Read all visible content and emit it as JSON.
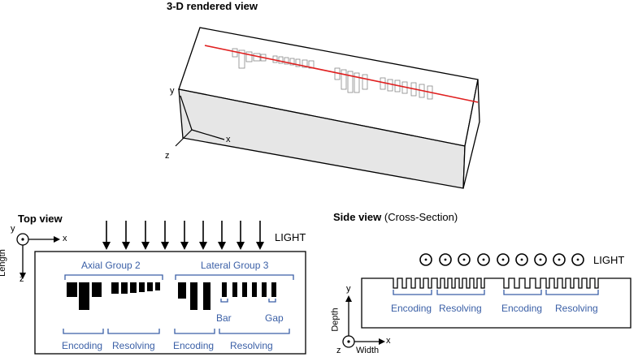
{
  "rendered_view": {
    "title": "3-D rendered view",
    "axis_y": "y",
    "axis_x": "x",
    "axis_z": "z"
  },
  "top_view": {
    "title": "Top view",
    "light_label": "LIGHT",
    "axis_y": "y",
    "axis_x": "x",
    "axis_z": "z",
    "length_label": "Length",
    "group_left": "Axial Group 2",
    "group_right": "Lateral Group 3",
    "bar_label": "Bar",
    "gap_label": "Gap",
    "encoding_left": "Encoding",
    "resolving_left": "Resolving",
    "encoding_right": "Encoding",
    "resolving_right": "Resolving"
  },
  "side_view": {
    "title_bold": "Side view",
    "title_suffix": "(Cross-Section)",
    "light_label": "LIGHT",
    "axis_y": "y",
    "axis_x": "x",
    "axis_z": "z",
    "depth_label": "Depth",
    "width_label": "Width",
    "labels": [
      "Encoding",
      "Resolving",
      "Encoding",
      "Resolving"
    ]
  },
  "colors": {
    "accent_blue": "#3a5fa6",
    "laser_red": "#e02020",
    "block_face": "#e6e6e6"
  }
}
